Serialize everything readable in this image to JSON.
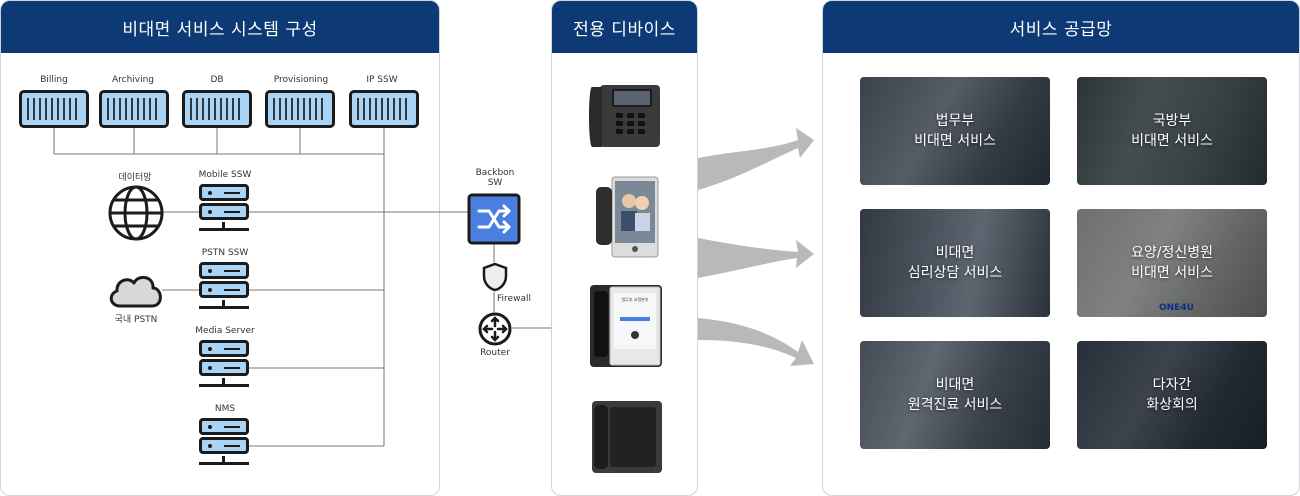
{
  "panels": {
    "system_title": "비대면 서비스 시스템 구성",
    "devices_title": "전용 디바이스",
    "services_title": "서비스 공급망"
  },
  "system": {
    "top_servers": [
      "Billing",
      "Archiving",
      "DB",
      "Provisioning",
      "IP SSW"
    ],
    "data_net": "데이터망",
    "mobile_ssw": "Mobile SSW",
    "pstn_ssw": "PSTN SSW",
    "local_pstn": "국내 PSTN",
    "media_server": "Media Server",
    "nms": "NMS",
    "backbone_sw_line1": "Backbon",
    "backbone_sw_line2": "SW",
    "firewall": "Firewall",
    "router": "Router"
  },
  "devices": {
    "kiosk_screen_text": "법무부 교정본부"
  },
  "services": [
    {
      "line1": "법무부",
      "line2": "비대면 서비스"
    },
    {
      "line1": "국방부",
      "line2": "비대면 서비스"
    },
    {
      "line1": "비대면",
      "line2": "심리상담 서비스"
    },
    {
      "line1": "요양/정신병원",
      "line2": "비대면 서비스"
    },
    {
      "line1": "비대면",
      "line2": "원격진료 서비스"
    },
    {
      "line1": "다자간",
      "line2": "화상회의"
    }
  ],
  "brand_mark": "ONE4U",
  "colors": {
    "header": "#0d3a75",
    "server_fill": "#a9d4f5",
    "switch_fill": "#4a7fe0",
    "arrow": "#b9b9b9"
  }
}
